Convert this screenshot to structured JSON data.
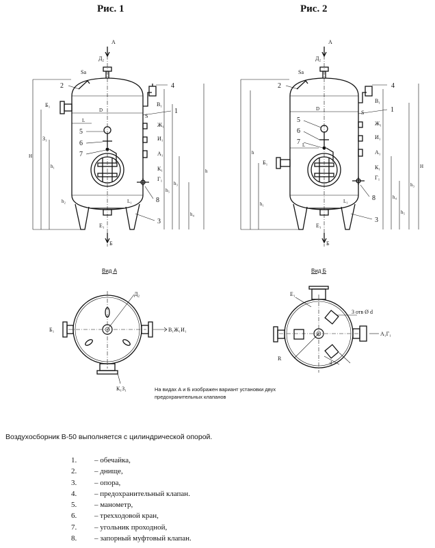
{
  "figures": {
    "fig1_title": "Рис. 1",
    "fig2_title": "Рис. 2"
  },
  "labels": {
    "A": "А",
    "B_arrow": "Б",
    "D2": "Д₂",
    "Sa": "Sa",
    "B1": "Б₁",
    "B3": "В₁",
    "S": "S",
    "Zh1": "Ж₁",
    "I1": "И₁",
    "A1": "А₁",
    "K1": "К₁",
    "G1": "Г₁",
    "Z1": "З₁",
    "E1": "Е₁",
    "D": "D",
    "L": "L",
    "L1": "L₁",
    "H": "H",
    "h": "h",
    "h1": "h₁",
    "h2": "h₂",
    "h3": "h₃",
    "h4": "h₄",
    "h5": "h₅",
    "view_b_B1": "Б₁",
    "view_a_right": "В₁Ж₁И₁",
    "view_a_bottom": "К₁З₁",
    "view_b_right": "А₁Г₁",
    "view_b_holes": "3 отв Ø d",
    "view_b_R": "R",
    "view_b_d": "d"
  },
  "callouts": [
    "1",
    "2",
    "3",
    "4",
    "5",
    "6",
    "7",
    "8"
  ],
  "views": {
    "view_a_title": "Вид А",
    "view_b_title": "Вид Б"
  },
  "note": "На видах А и Б изображен вариант установки двух предохранительных клапанов",
  "intro": "Воздухосборник В-50 выполняется с цилиндрической опорой.",
  "legend": [
    {
      "num": "1.",
      "text": "– обечайка,"
    },
    {
      "num": "2.",
      "text": "– днище,"
    },
    {
      "num": "3.",
      "text": "– опора,"
    },
    {
      "num": "4.",
      "text": "– предохранительный клапан."
    },
    {
      "num": "5.",
      "text": "– манометр,"
    },
    {
      "num": "6.",
      "text": "– трехходовой кран,"
    },
    {
      "num": "7.",
      "text": "– угольник проходной,"
    },
    {
      "num": "8.",
      "text": "– запорный муфтовый клапан."
    }
  ]
}
